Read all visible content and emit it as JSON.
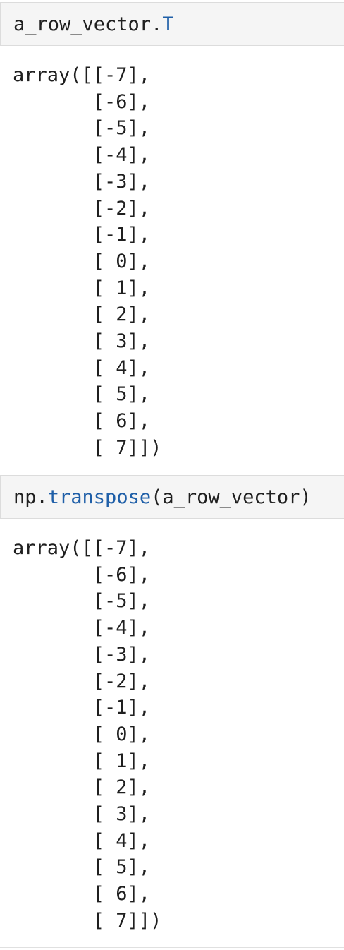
{
  "cells": [
    {
      "input": {
        "prefix": "a_row_vector.",
        "highlight": "T",
        "suffix": ""
      },
      "output": "array([[-7],\n       [-6],\n       [-5],\n       [-4],\n       [-3],\n       [-2],\n       [-1],\n       [ 0],\n       [ 1],\n       [ 2],\n       [ 3],\n       [ 4],\n       [ 5],\n       [ 6],\n       [ 7]])"
    },
    {
      "input": {
        "prefix": "np.",
        "highlight": "transpose",
        "suffix": "(a_row_vector)"
      },
      "output": "array([[-7],\n       [-6],\n       [-5],\n       [-4],\n       [-3],\n       [-2],\n       [-1],\n       [ 0],\n       [ 1],\n       [ 2],\n       [ 3],\n       [ 4],\n       [ 5],\n       [ 6],\n       [ 7]])"
    }
  ],
  "colors": {
    "cell_background": "#f5f5f5",
    "cell_border": "#dcdcdc",
    "code_text": "#1f1f1f",
    "attribute_highlight": "#1f5fa8"
  }
}
